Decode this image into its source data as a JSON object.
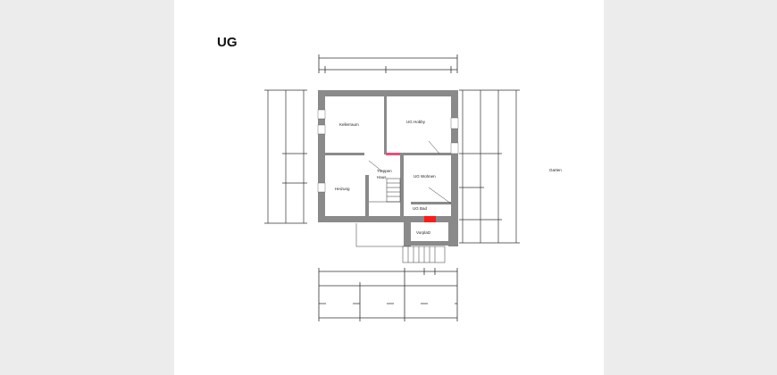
{
  "page": {
    "title": "UG",
    "outside_label": "Garten"
  },
  "rooms": [
    {
      "name": "Kellerraum"
    },
    {
      "name": "UG Hobby"
    },
    {
      "name": "Treppen"
    },
    {
      "name": "Haus"
    },
    {
      "name": "UG Wohnen"
    },
    {
      "name": "Heizung"
    },
    {
      "name": "UG Bad"
    },
    {
      "name": "Vorplatz"
    }
  ],
  "colors": {
    "wall": "#8a8a8a",
    "accent": "#ff1a1a",
    "door_marker": "#e8507a"
  }
}
